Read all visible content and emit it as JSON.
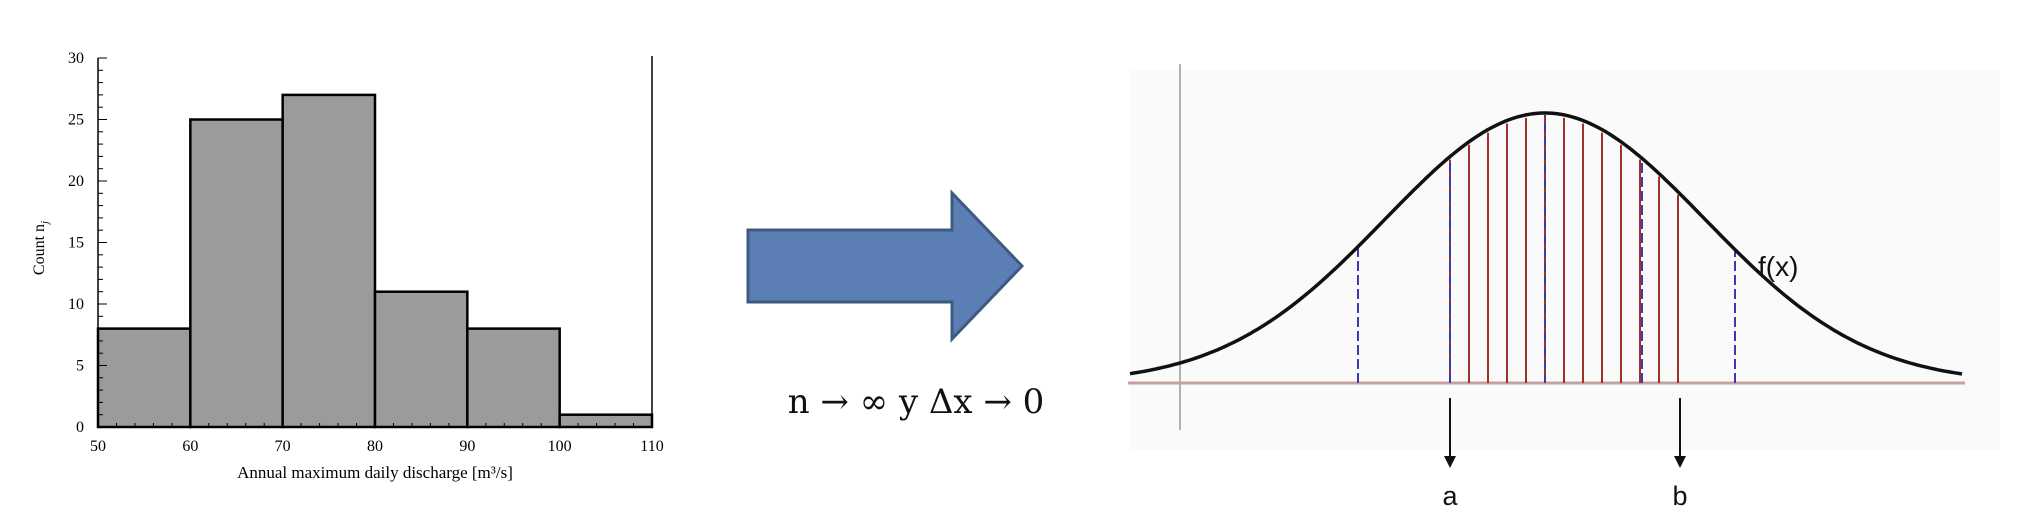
{
  "histogram": {
    "xlabel": "Annual maximum daily discharge [m³/s]",
    "ylabel": "Count n",
    "ylabel_subscript": "j",
    "chart_data": {
      "type": "bar",
      "bin_edges": [
        50,
        60,
        70,
        80,
        90,
        100,
        110
      ],
      "values": [
        8,
        25,
        27,
        11,
        8,
        1
      ],
      "xlim": [
        50,
        110
      ],
      "ylim": [
        0,
        30
      ],
      "x_ticks": [
        "50",
        "60",
        "70",
        "80",
        "90",
        "100",
        "110"
      ],
      "y_ticks": [
        "0",
        "5",
        "10",
        "15",
        "20",
        "25",
        "30"
      ],
      "bar_color": "#9b9b9b",
      "grid": false
    }
  },
  "arrow": {
    "color": "#5b7fb5",
    "border_color": "#3d5a80"
  },
  "formula": {
    "text": "n → ∞ y Δx → 0"
  },
  "density": {
    "curve_label": "f(x)",
    "marker_a": "a",
    "marker_b": "b",
    "colors": {
      "curve": "#111111",
      "hatch": "#a0302a",
      "dashed": "#3a3ab0",
      "axis": "#c8a0a0"
    }
  }
}
